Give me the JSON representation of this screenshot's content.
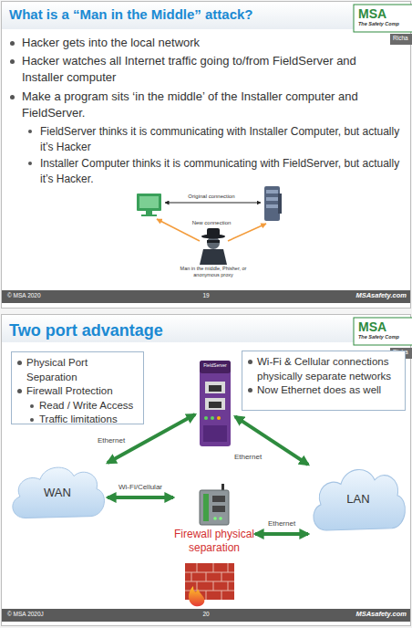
{
  "diagram": {
    "title": "What is a “Man in the Middle” attack?",
    "nodes": [
      {
        "text": [
          "Physical Port Separation",
          "Firewall Protection",
          "Read / Write Access",
          "Traffic limitations"
        ]
      },
      {
        "text": [
          "Wi-Fi & Cellular connections physically separate networks",
          "Now Ethernet does as well"
        ]
      },
      {
        "text": [
          "FieldServer"
        ]
      },
      {
        "text": [
          "WAN"
        ]
      },
      {
        "text": [
          "Firewall physical separation"
        ]
      },
      {
        "text": [
          "LAN"
        ]
      }
    ],
    "edges": [
      {
        "from": 3,
        "to": 2,
        "label": "Ethernet",
        "arrow": "both"
      },
      {
        "from": 2,
        "to": 5,
        "label": "Ethernet",
        "arrow": "both"
      },
      {
        "from": 3,
        "to": 4,
        "label": "Wi-Fi/Cellular",
        "arrow": "both"
      },
      {
        "from": 4,
        "to": 5,
        "label": "Ethernet",
        "arrow": "both"
      }
    ],
    "labels": [
      "Hacker gets into the local network",
      "Hacker watches all Internet traffic going to/from FieldServer and Installer computer",
      "Make a program sits ‘in the middle’ of the Installer computer and FieldServer.",
      "FieldServer thinks it is communicating with Installer Computer, but actually it’s Hacker",
      "Installer Computer thinks it is communicating with FieldServer, but actually it’s Hacker.",
      "Original connection",
      "New connection",
      "Man in the middle, Phisher, or anonymous proxy",
      "© MSA 2020",
      "19",
      "MSAsafety.com",
      "MSA",
      "The Safety Comp",
      "Richa",
      "Two port advantage",
      "MSA",
      "The Safety Comp",
      "Richa",
      "© MSA 2020J",
      "20",
      "MSAsafety.com"
    ]
  }
}
